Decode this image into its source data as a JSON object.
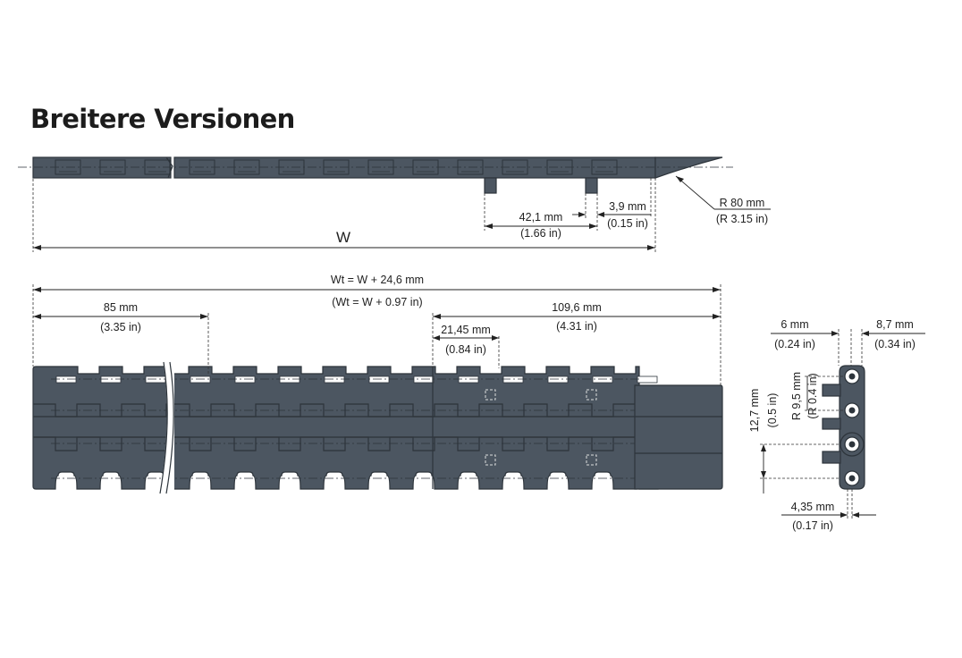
{
  "title": "Breitere Versionen",
  "dimensions": {
    "w": "W",
    "dist_42": "42,1 mm",
    "dist_42_in": "(1.66 in)",
    "dist_3_9": "3,9 mm",
    "dist_3_9_in": "(0.15 in)",
    "radius_80": "R 80 mm",
    "radius_80_in": "(R 3.15 in)",
    "wt": "Wt = W + 24,6 mm",
    "wt_in": "(Wt = W + 0.97 in)",
    "dist_85": "85 mm",
    "dist_85_in": "(3.35 in)",
    "dist_109": "109,6 mm",
    "dist_109_in": "(4.31 in)",
    "dist_21": "21,45 mm",
    "dist_21_in": "(0.84 in)",
    "dist_6": "6 mm",
    "dist_6_in": "(0.24 in)",
    "dist_8_7": "8,7 mm",
    "dist_8_7_in": "(0.34 in)",
    "pitch_12_7": "12,7 mm",
    "pitch_12_7_in": "(0.5 in)",
    "radius_9_5": "R 9,5 mm",
    "radius_9_5_in": "(R 0.4 in)",
    "dist_4_35": "4,35 mm",
    "dist_4_35_in": "(0.17 in)"
  },
  "colors": {
    "belt": "#4c5661",
    "outline": "#2d343b",
    "text": "#222222"
  }
}
